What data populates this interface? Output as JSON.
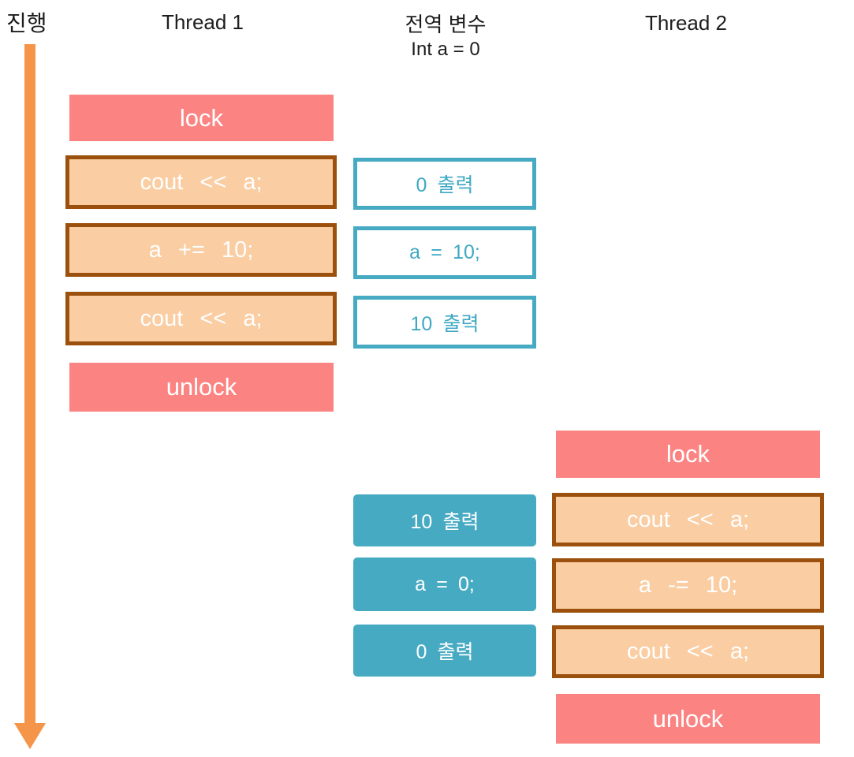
{
  "header": {
    "progress": "진행",
    "thread1": "Thread 1",
    "global_line1": "전역 변수",
    "global_line2": "Int a = 0",
    "thread2": "Thread 2"
  },
  "colors": {
    "lock_pink": "#FB8483",
    "code_fill": "#FACDA3",
    "code_border": "#9B500E",
    "teal": "#47AAC3",
    "arrow_orange": "#F4954A"
  },
  "thread1": {
    "lock": "lock",
    "steps": [
      "cout << a;",
      "a += 10;",
      "cout << a;"
    ],
    "unlock": "unlock"
  },
  "global_effects_thread1": [
    "0 출력",
    "a = 10;",
    "10 출력"
  ],
  "thread2": {
    "lock": "lock",
    "steps": [
      "cout << a;",
      "a -= 10;",
      "cout << a;"
    ],
    "unlock": "unlock"
  },
  "global_effects_thread2": [
    "10 출력",
    "a = 0;",
    "0 출력"
  ]
}
